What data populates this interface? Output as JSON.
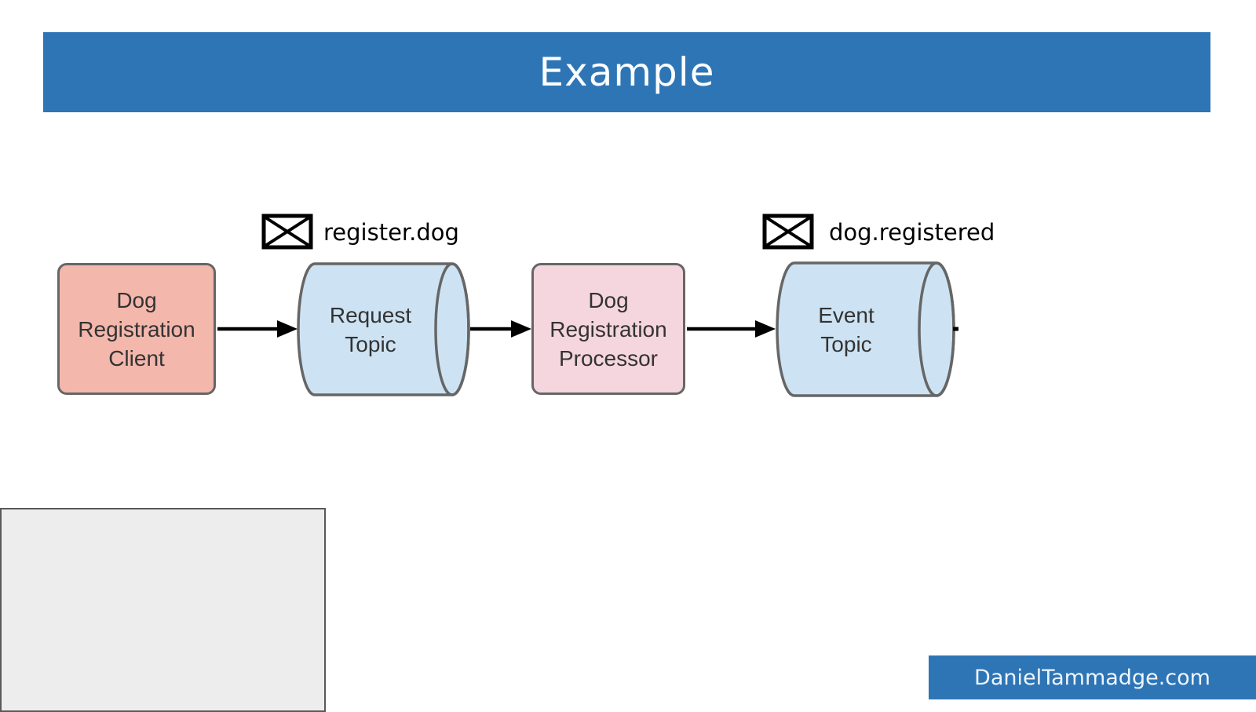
{
  "slide": {
    "title": "Example",
    "footer_link": "DanielTammadge.com"
  },
  "diagram": {
    "nodes": [
      {
        "id": "dog-registration-client",
        "shape": "rounded-box",
        "label": "Dog\nRegistration\nClient"
      },
      {
        "id": "request-topic",
        "shape": "cylinder",
        "label": "Request\nTopic"
      },
      {
        "id": "dog-registration-processor",
        "shape": "rounded-box",
        "label": "Dog\nRegistration\nProcessor"
      },
      {
        "id": "event-topic",
        "shape": "cylinder",
        "label": "Event\nTopic"
      }
    ],
    "messages": [
      {
        "icon": "envelope-icon",
        "topic": "register.dog"
      },
      {
        "icon": "envelope-icon",
        "topic": "dog.registered"
      }
    ],
    "connections": [
      {
        "from": "dog-registration-client",
        "to": "request-topic"
      },
      {
        "from": "request-topic",
        "to": "dog-registration-processor"
      },
      {
        "from": "dog-registration-processor",
        "to": "event-topic"
      }
    ]
  },
  "colors": {
    "header_blue": "#2e75b6",
    "footer_blue": "#2e75b6",
    "client_fill": "#f3b7ac",
    "processor_fill": "#f5d6de",
    "topic_fill": "#cde3f3",
    "shape_stroke": "#666666",
    "arrow_black": "#000000",
    "panel_gray": "#ededed"
  }
}
